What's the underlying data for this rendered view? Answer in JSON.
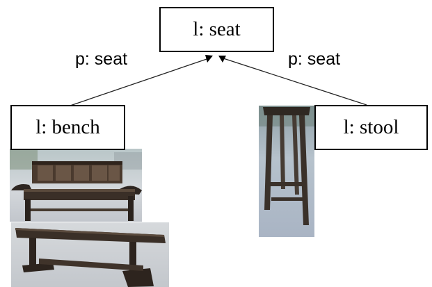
{
  "nodes": {
    "root": "l: seat",
    "left": "l: bench",
    "right": "l: stool"
  },
  "edges": {
    "left_label": "p: seat",
    "right_label": "p: seat"
  }
}
